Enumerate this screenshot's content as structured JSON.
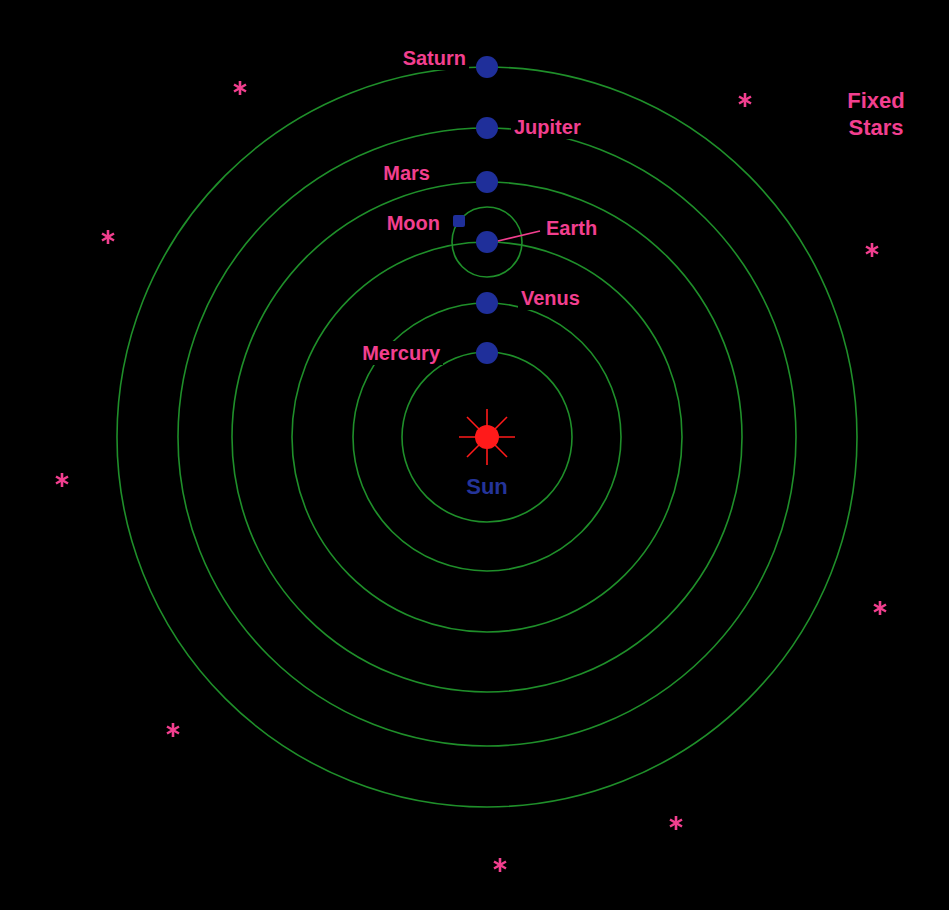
{
  "diagram": {
    "labels": [
      "Saturn",
      "Jupiter",
      "Mars",
      "Moon",
      "Earth",
      "Venus",
      "Mercury",
      "Sun",
      "Fixed Stars"
    ]
  }
}
